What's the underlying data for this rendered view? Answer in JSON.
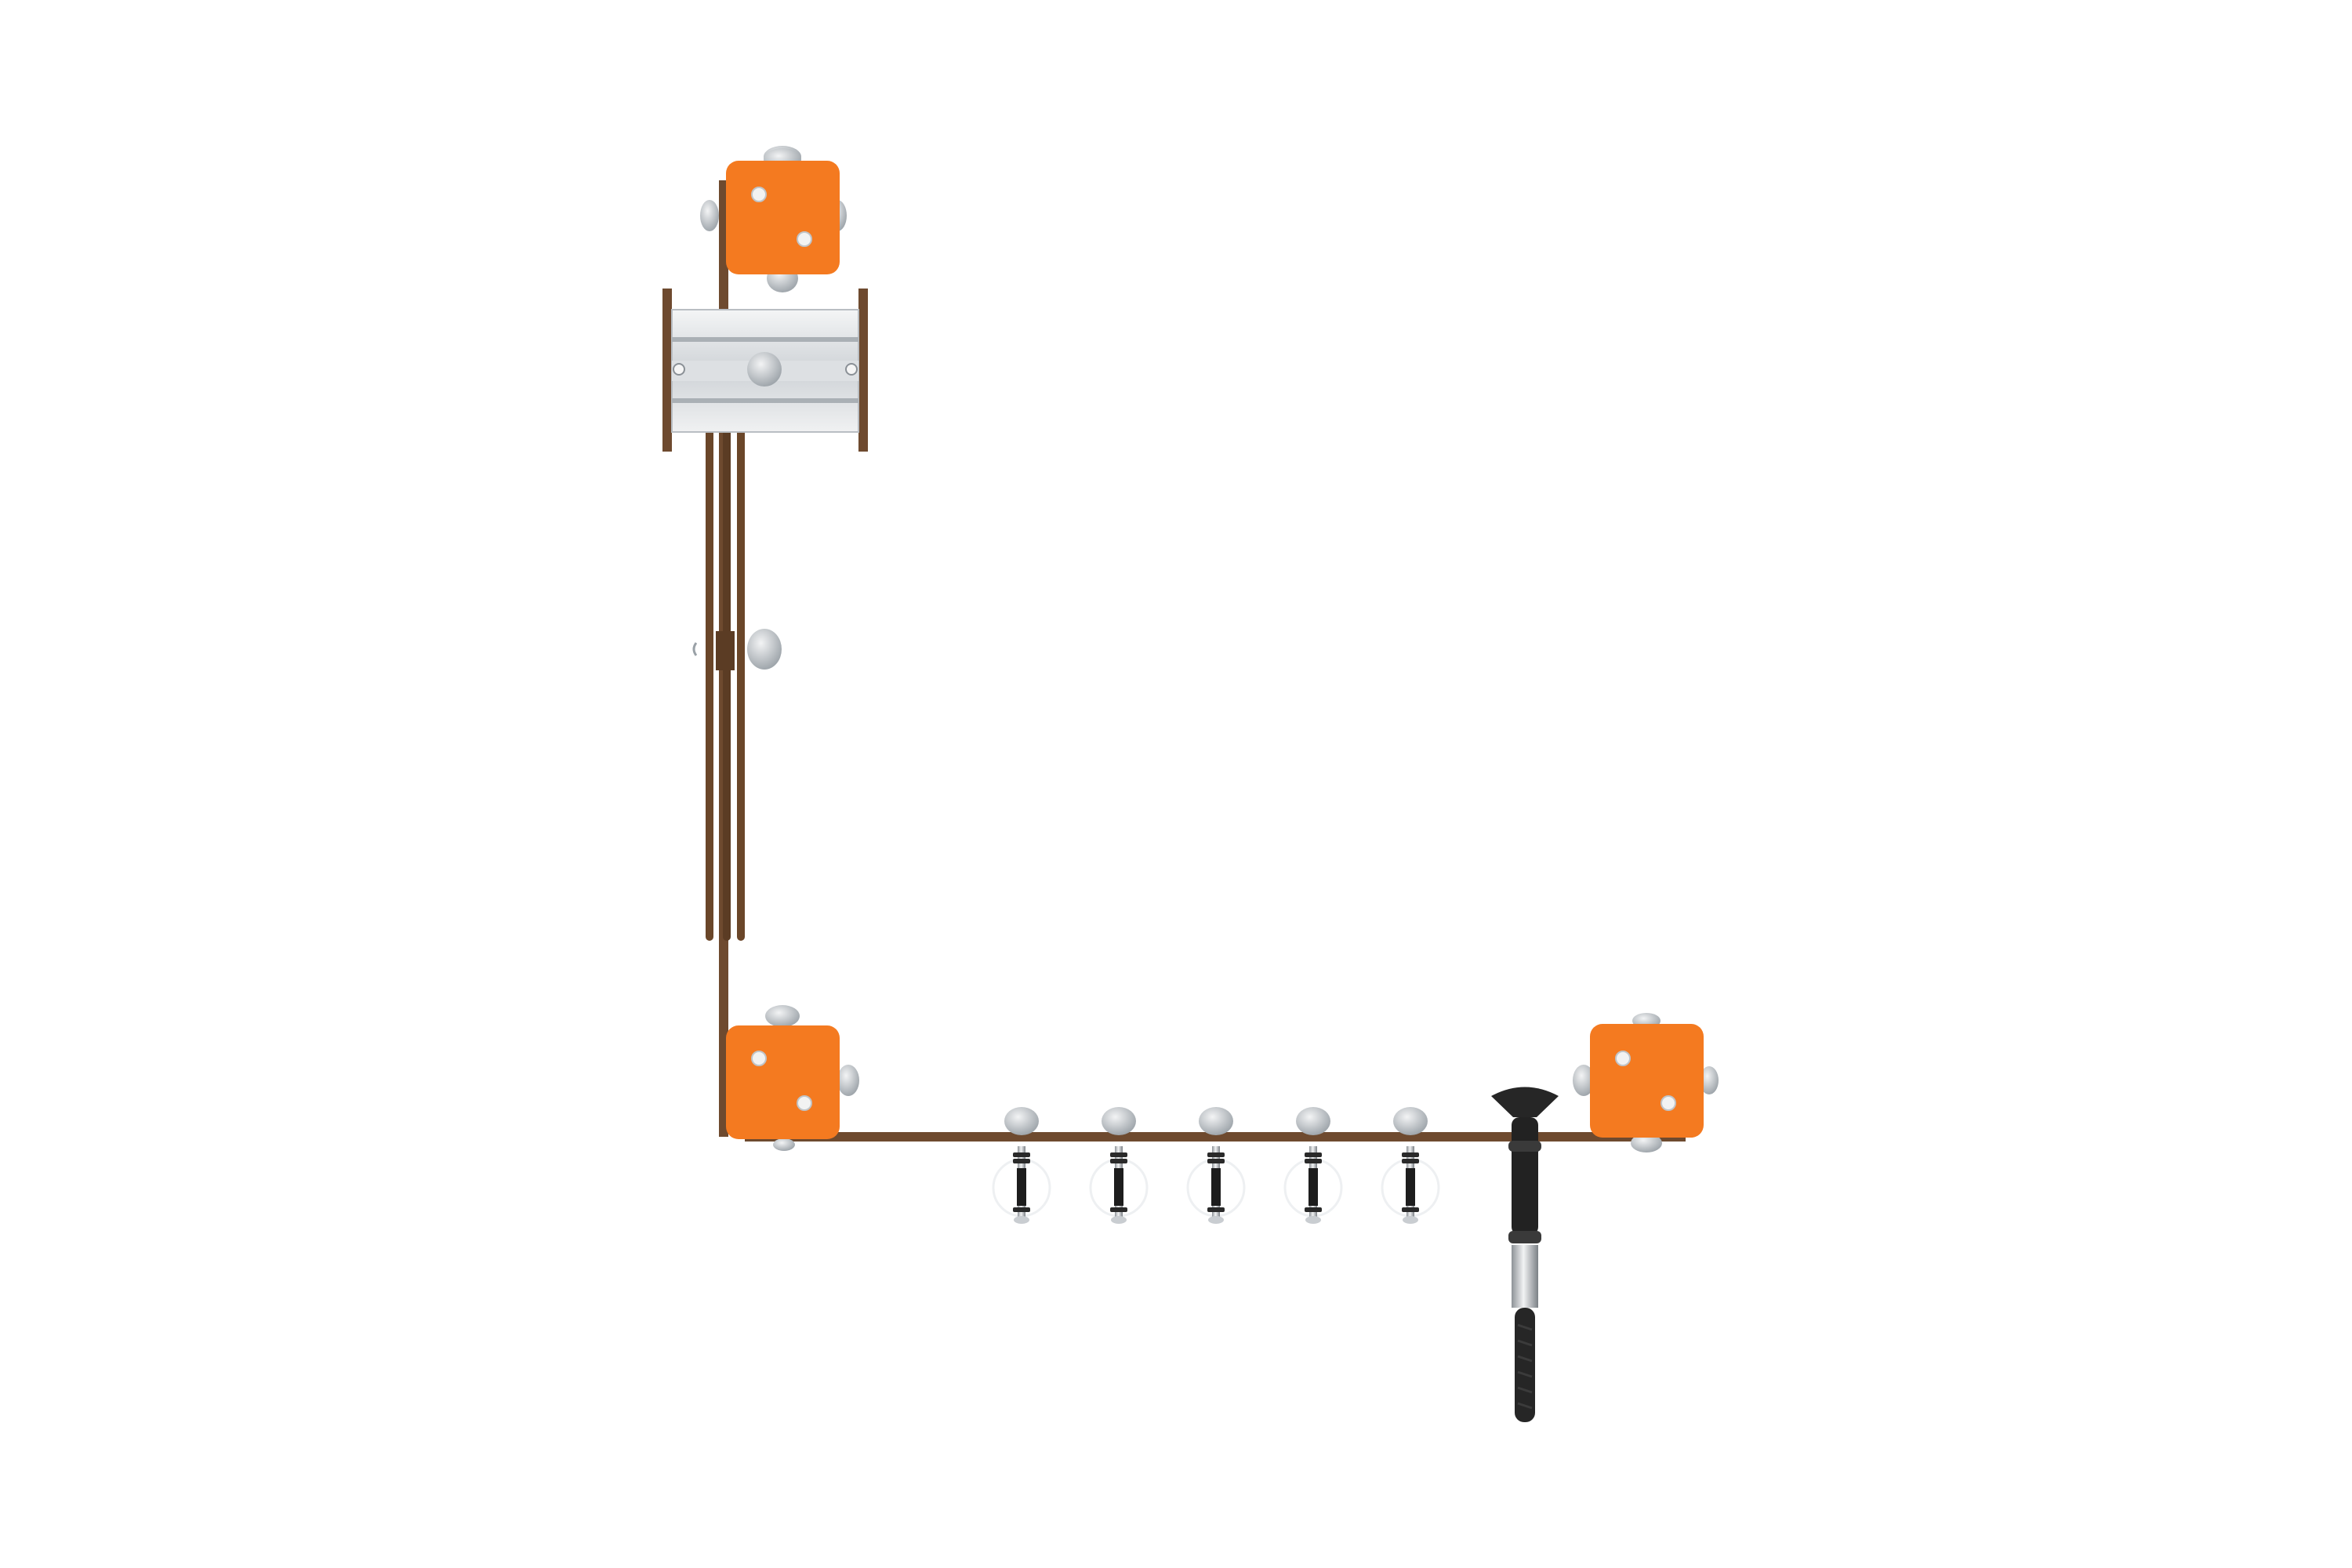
{
  "scene": {
    "description_visible_text": [],
    "colors": {
      "background": "#ffffff",
      "post_orange": "#f47a20",
      "post_orange_shadow": "#d9651a",
      "wood_brown": "#6e4a2f",
      "wood_dark": "#4f3320",
      "steel_light": "#e3e6e9",
      "steel_mid": "#c4c9ce",
      "steel_dark": "#8a9096",
      "dome_grey": "#cdd2d6",
      "bolt_white": "#f2f2f2",
      "pole_black": "#1f1f1f",
      "pole_chrome": "#d7dadd"
    },
    "icons": [
      "corner-post-top",
      "corner-post-left",
      "corner-post-right",
      "steel-roller-panel",
      "climbing-hold",
      "spring-peg",
      "balance-pole"
    ],
    "counts": {
      "spring_pegs": 5,
      "corner_posts": 3
    }
  }
}
